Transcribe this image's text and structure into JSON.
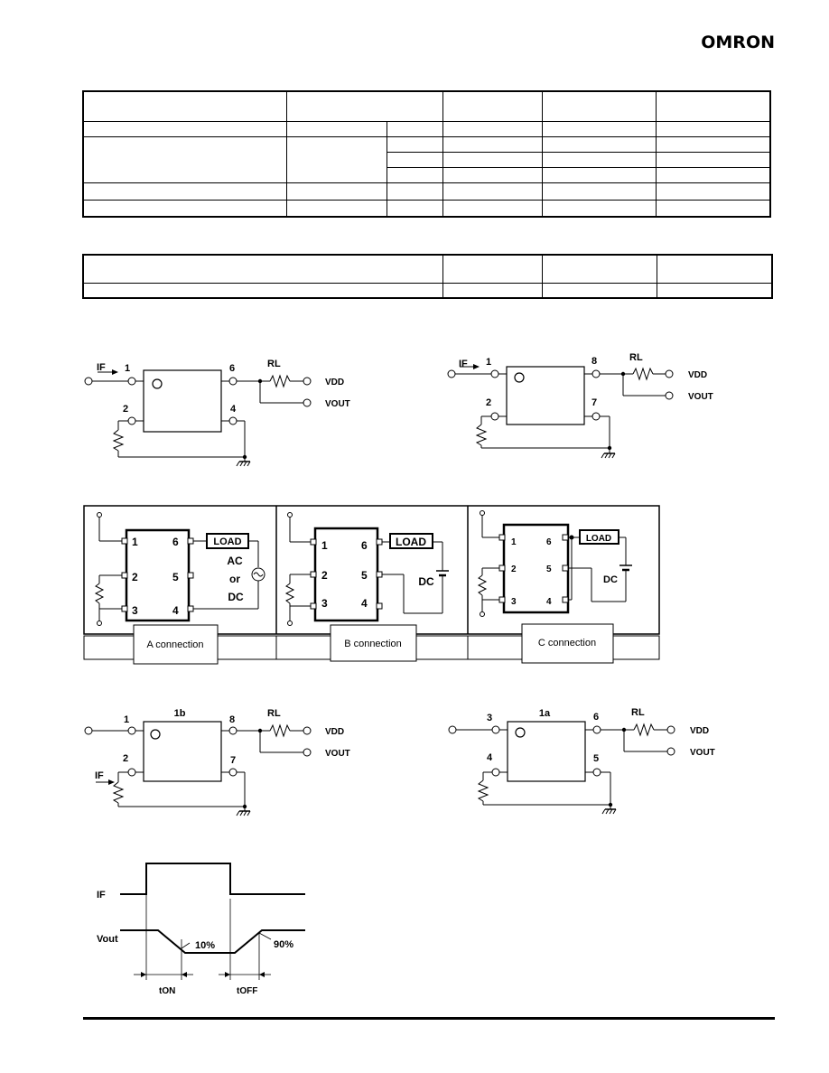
{
  "header": {
    "brand": "OMRON"
  },
  "circuit_1": {
    "if_label": "IF",
    "pins": [
      "1",
      "6",
      "2",
      "4"
    ],
    "rl_label": "RL",
    "vdd_label": "VDD",
    "vout_label": "VOUT"
  },
  "circuit_2": {
    "if_label": "IF",
    "pins": [
      "1",
      "8",
      "2",
      "7"
    ],
    "rl_label": "RL",
    "vdd_label": "VDD",
    "vout_label": "VOUT"
  },
  "connections": {
    "a": {
      "pins": [
        "1",
        "6",
        "2",
        "5",
        "3",
        "4"
      ],
      "load": "LOAD",
      "supply": [
        "AC",
        "or",
        "DC"
      ],
      "caption": "A connection"
    },
    "b": {
      "pins": [
        "1",
        "6",
        "2",
        "5",
        "3",
        "4"
      ],
      "load": "LOAD",
      "supply": "DC",
      "caption": "B connection"
    },
    "c": {
      "pins": [
        "1",
        "6",
        "2",
        "5",
        "3",
        "4"
      ],
      "load": "LOAD",
      "supply": "DC",
      "caption": "C connection"
    }
  },
  "circuit_3": {
    "title": "1b",
    "if_label": "IF",
    "pins": [
      "1",
      "8",
      "2",
      "7"
    ],
    "rl_label": "RL",
    "vdd_label": "VDD",
    "vout_label": "VOUT"
  },
  "circuit_4": {
    "title": "1a",
    "pins": [
      "3",
      "6",
      "4",
      "5"
    ],
    "rl_label": "RL",
    "vdd_label": "VDD",
    "vout_label": "VOUT"
  },
  "timing": {
    "if_label": "IF",
    "vout_label": "Vout",
    "pct_low": "10%",
    "pct_high": "90%",
    "ton_label": "tON",
    "toff_label": "tOFF"
  }
}
